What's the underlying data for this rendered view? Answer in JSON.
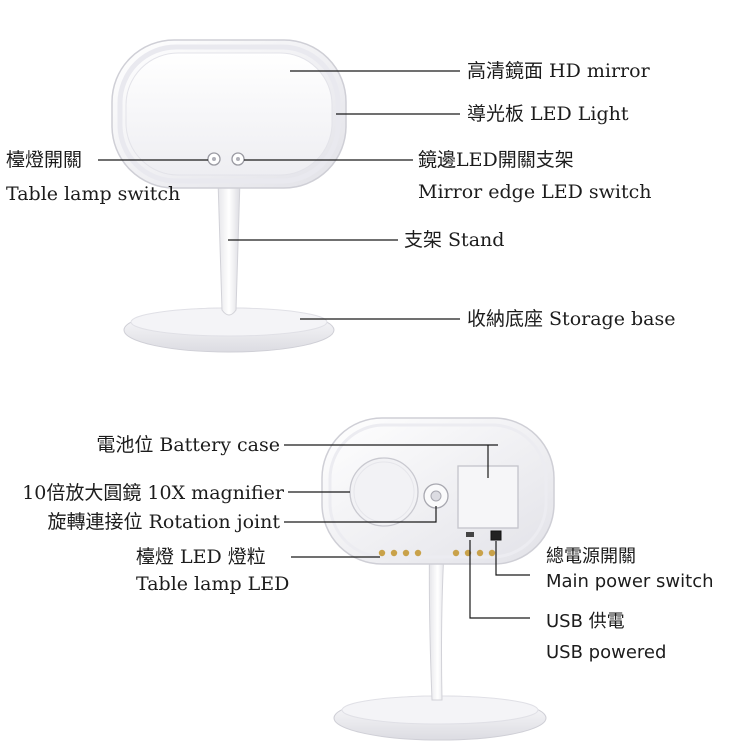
{
  "colors": {
    "body": "#f3f3f5",
    "body_edge": "#d6d6dc",
    "mirror_glass": "#fbfbfc",
    "leader_line": "#1a1a1a",
    "text": "#1c1c1c",
    "led_gold": "#c9a24a"
  },
  "front_view": {
    "callouts": {
      "hd_mirror": "高清鏡面  HD mirror",
      "led_light": "導光板 LED Light",
      "mirror_edge_switch_cn": "鏡邊LED開關支架",
      "mirror_edge_switch_en": "Mirror edge LED switch",
      "table_lamp_switch_cn": "檯燈開關",
      "table_lamp_switch_en": "Table lamp switch",
      "stand": "支架 Stand",
      "storage_base": "收納底座   Storage base"
    }
  },
  "back_view": {
    "callouts": {
      "battery_case": "電池位    Battery case",
      "magnifier": "10倍放大圓鏡 10X magnifier",
      "rotation_joint": "旋轉連接位 Rotation joint",
      "table_lamp_led_cn": "檯燈 LED 燈粒",
      "table_lamp_led_en": "Table lamp LED",
      "main_power_cn": "總電源開關",
      "main_power_en": "Main power switch",
      "usb_cn": "USB 供電",
      "usb_en": "USB powered"
    }
  }
}
